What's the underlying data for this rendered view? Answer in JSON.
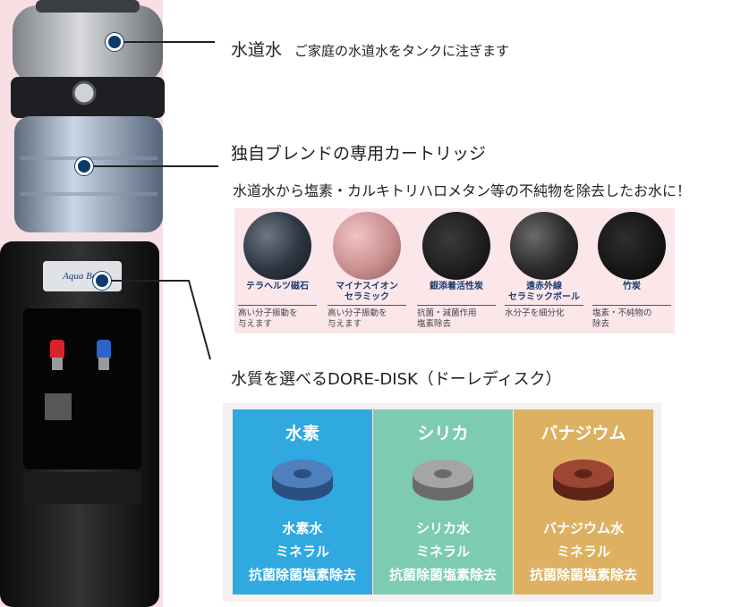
{
  "product": {
    "brand_label": "Aqua Bell"
  },
  "callouts": {
    "tap_water": {
      "title": "水道水",
      "subtitle": "ご家庭の水道水をタンクに注ぎます"
    },
    "cartridge": {
      "title": "独自ブレンドの専用カートリッジ",
      "subtitle": "水道水から塩素・カルキトリハロメタン等の不純物を除去したお水に！"
    },
    "disk": {
      "title": "水質を選べるDORE-DISK（ドーレディスク）"
    }
  },
  "minerals": [
    {
      "name_line1": "テラヘルツ磁石",
      "name_line2": "",
      "desc_line1": "高い分子振動を",
      "desc_line2": "与えます",
      "color": "#2c3440"
    },
    {
      "name_line1": "マイナスイオン",
      "name_line2": "セラミック",
      "desc_line1": "高い分子振動を",
      "desc_line2": "与えます",
      "color": "#c98f8f"
    },
    {
      "name_line1": "銀添着活性炭",
      "name_line2": "",
      "desc_line1": "抗菌・減菌作用",
      "desc_line2": "塩素除去",
      "color": "#1d1d1d"
    },
    {
      "name_line1": "遠赤外線",
      "name_line2": "セラミックボール",
      "desc_line1": "水分子を細分化",
      "desc_line2": "",
      "color": "#2a2a2a"
    },
    {
      "name_line1": "竹炭",
      "name_line2": "",
      "desc_line1": "塩素・不純物の",
      "desc_line2": "除去",
      "color": "#151515"
    }
  ],
  "disks": [
    {
      "title": "水素",
      "line1": "水素水",
      "line2": "ミネラル",
      "line3": "抗菌除菌塩素除去",
      "bg_color": "#2fa9e0",
      "disk_color": "#3f6fa8"
    },
    {
      "title": "シリカ",
      "line1": "シリカ水",
      "line2": "ミネラル",
      "line3": "抗菌除菌塩素除去",
      "bg_color": "#7dcbb3",
      "disk_color": "#8a8a8a"
    },
    {
      "title": "バナジウム",
      "line1": "バナジウム水",
      "line2": "ミネラル",
      "line3": "抗菌除菌塩素除去",
      "bg_color": "#ddb161",
      "disk_color": "#8a3a2a"
    }
  ]
}
